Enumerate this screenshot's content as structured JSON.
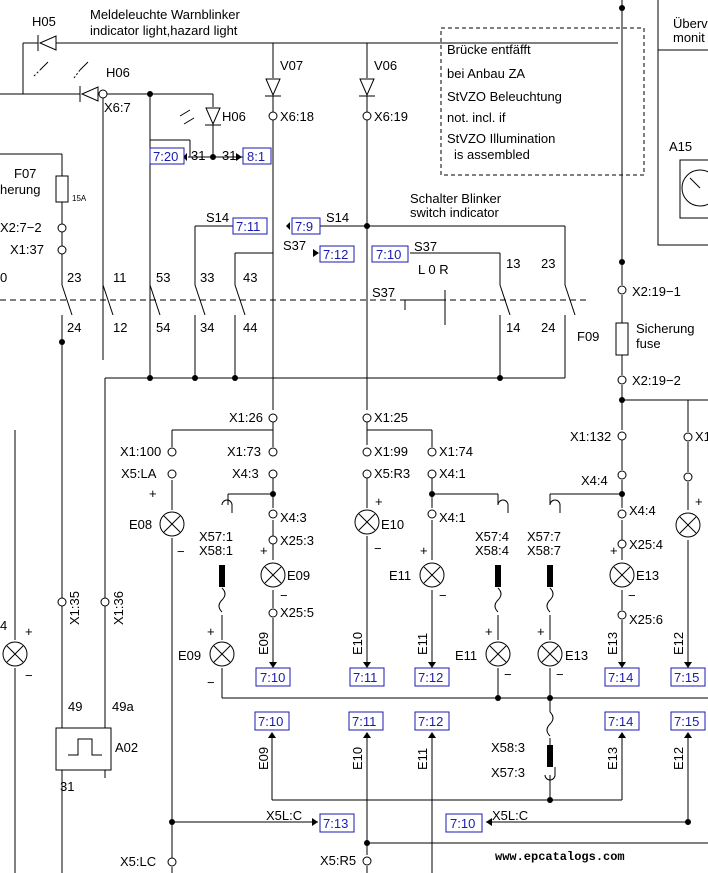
{
  "labels": {
    "h05": "H05",
    "warn_de": "Meldeleuchte Warnblinker",
    "warn_en": "indicator light,hazard light",
    "h06a": "H06",
    "x6_7": "X6:7",
    "h06b": "H06",
    "v07": "V07",
    "v06": "V06",
    "x6_18": "X6:18",
    "x6_19": "X6:19",
    "n31a": "31",
    "n31b": "31",
    "f07": "F07",
    "sicherung_l": "herung",
    "fuse15a": "15A",
    "x2_7_2": "X2:7−2",
    "x1_37": "X1:37",
    "s14a": "S14",
    "s14b": "S14",
    "schalter_de": "Schalter Blinker",
    "schalter_en": "switch indicator",
    "s37a": "S37",
    "s37b": "S37",
    "s37c": "S37",
    "lor": "L 0 R",
    "c0": "0",
    "c23a": "23",
    "c11": "11",
    "c53": "53",
    "c33": "33",
    "c43": "43",
    "c13": "13",
    "c23b": "23",
    "c24a": "24",
    "c12": "12",
    "c54": "54",
    "c34": "34",
    "c44": "44",
    "c14": "14",
    "c24b": "24",
    "f09": "F09",
    "sich_r": "Sicherung",
    "fuse_r": "fuse",
    "x2_19_1": "X2:19−1",
    "x2_19_2": "X2:19−2",
    "uberw1": "Überv",
    "uberw2": "monit",
    "a15": "A15",
    "x1_26": "X1:26",
    "x1_25": "X1:25",
    "x1_100": "X1:100",
    "x5_la": "X5:LA",
    "x1_73": "X1:73",
    "x4_3a": "X4:3",
    "x1_99": "X1:99",
    "x5_r3": "X5:R3",
    "x1_74": "X1:74",
    "x4_1a": "X4:1",
    "x1_132": "X1:132",
    "x1_trunc": "X1",
    "x4_4a": "X4:4",
    "plus1": "+",
    "e08": "E08",
    "minus1": "−",
    "x4_3b": "X4:3",
    "x57_1": "X57:1",
    "x58_1": "X58:1",
    "x25_3": "X25:3",
    "e09a": "E09",
    "x25_5": "X25:5",
    "e09b": "E09",
    "e10a": "E10",
    "x4_1b": "X4:1",
    "e11a": "E11",
    "x57_4": "X57:4",
    "x58_4": "X58:4",
    "e11b": "E11",
    "x57_7": "X57:7",
    "x58_7": "X58:7",
    "e13a": "E13",
    "e13b": "E13",
    "x4_4b": "X4:4",
    "x25_4": "X25:4",
    "x25_6": "X25:6",
    "x1_35": "X1:35",
    "x1_36": "X1:36",
    "n4": "4",
    "n49": "49",
    "n49a": "49a",
    "a02": "A02",
    "n31c": "31",
    "w_e09a": "E09",
    "w_e10a": "E10",
    "w_e11a": "E11",
    "w_e13a": "E13",
    "w_e12a": "E12",
    "w_e09b": "E09",
    "w_e10b": "E10",
    "w_e11b": "E11",
    "w_e13b": "E13",
    "w_e12b": "E12",
    "x58_3": "X58:3",
    "x57_3": "X57:3",
    "x5l_c1": "X5L:C",
    "x5l_c2": "X5L:C",
    "x5_lc": "X5:LC",
    "x5_r5": "X5:R5",
    "p_e09": "+",
    "p_e09b": "+",
    "p_e11": "+",
    "p_e13": "+",
    "p_e08m": "−",
    "p_e10": "+",
    "p_e10m": "−",
    "p_e11am": "−",
    "p_e11bm": "−",
    "p_e13am": "−",
    "p_e13bm": "−",
    "p_e09m": "−",
    "p_e09bm": "−",
    "p_e11bp": "+",
    "p_e13bp": "+",
    "p_4p": "+",
    "p_4m": "−",
    "p_e08p": "+",
    "p_e12p": "+",
    "p_e12m": "−",
    "p_e12p2": "+"
  },
  "refs": {
    "r720": "7:20",
    "r81": "8:1",
    "r711a": "7:11",
    "r79": "7:9",
    "r712a": "7:12",
    "r710a": "7:10",
    "r710b": "7:10",
    "r711b": "7:11",
    "r712b": "7:12",
    "r714a": "7:14",
    "r715a": "7:15",
    "r710c": "7:10",
    "r711c": "7:11",
    "r712c": "7:12",
    "r714b": "7:14",
    "r715b": "7:15",
    "r713": "7:13",
    "r710d": "7:10"
  },
  "note": {
    "l1": "Brücke entfäfft",
    "l2": "bei Anbau ZA",
    "l3": "StVZO Beleuchtung",
    "l4": "not. incl. if",
    "l5": "StVZO Illumination",
    "l6": "is assembled"
  },
  "watermark": "www.epcatalogs.com"
}
